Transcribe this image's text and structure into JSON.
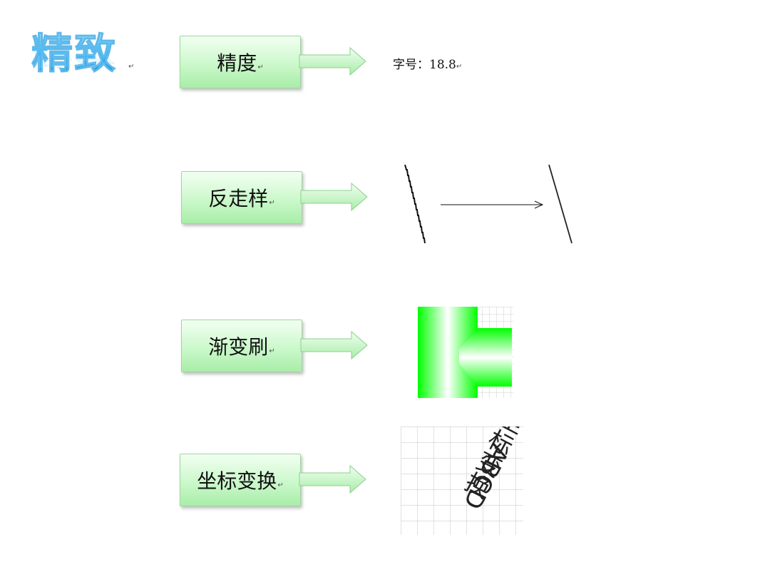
{
  "title": "精致",
  "return_mark": "↵",
  "rows": [
    {
      "label": "精度",
      "sample_text": "字号：18.8"
    },
    {
      "label": "反走样"
    },
    {
      "label": "渐变刷"
    },
    {
      "label": "坐标变换",
      "sample_text_horizontal": "ABCD",
      "sample_text_vertical": "坐标变换"
    }
  ],
  "colors": {
    "label_fill": "#c8f7c8",
    "gradient_green": "#00ff00",
    "title_blue": "#2aa8f0"
  }
}
